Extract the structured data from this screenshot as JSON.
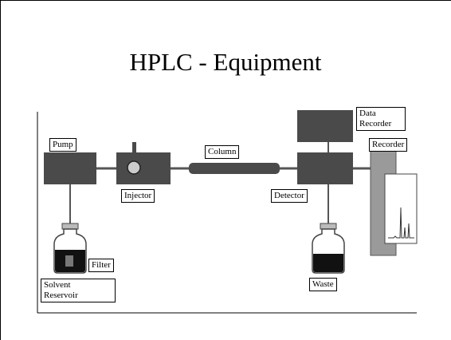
{
  "slide": {
    "title": "HPLC - Equipment"
  },
  "labels": {
    "pump": "Pump",
    "injector": "Injector",
    "column": "Column",
    "detector": "Detector",
    "data_recorder_line1": "Data",
    "data_recorder_line2": "Recorder",
    "recorder": "Recorder",
    "filter": "Filter",
    "solvent_reservoir_line1": "Solvent",
    "solvent_reservoir_line2": "Reservoir",
    "waste": "Waste"
  },
  "colors": {
    "component_fill": "#4a4a4a",
    "recorder_housing": "#9a9a9a",
    "liquid": "#111111",
    "tubing": "#555555"
  }
}
